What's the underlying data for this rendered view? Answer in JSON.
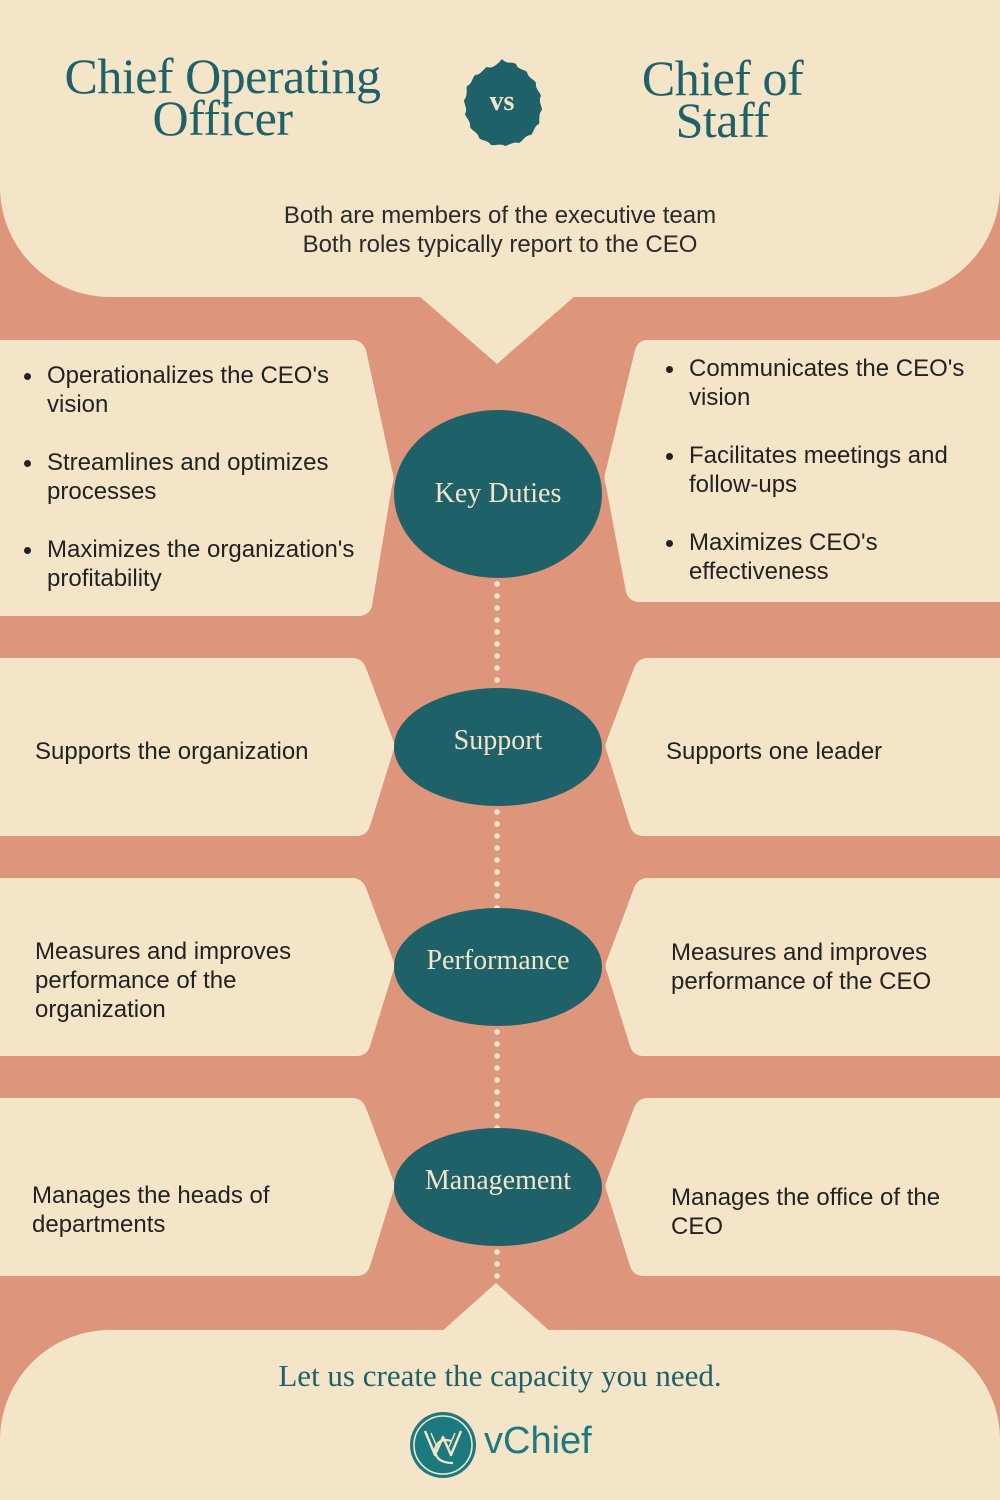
{
  "header": {
    "title_left": [
      "Chief Operating",
      "Officer"
    ],
    "vs_label": "vs",
    "title_right": [
      "Chief of",
      "Staff"
    ],
    "shared_points": [
      "Both are members of the executive team",
      "Both roles typically report to the CEO"
    ]
  },
  "rows": [
    {
      "category": "Key Duties",
      "coo": [
        "Operationalizes the CEO's vision",
        "Streamlines and optimizes processes",
        "Maximizes the organization's profitability"
      ],
      "cos": [
        "Communicates the CEO's vision",
        "Facilitates meetings and follow-ups",
        "Maximizes CEO's effectiveness"
      ]
    },
    {
      "category": "Support",
      "coo": "Supports the organization",
      "cos": "Supports one leader"
    },
    {
      "category": "Performance",
      "coo": "Measures and improves performance of the organization",
      "cos": "Measures and improves performance of the CEO"
    },
    {
      "category": "Management",
      "coo": "Manages the heads of departments",
      "cos": "Manages the office of the CEO"
    }
  ],
  "footer": {
    "tagline": "Let us create the capacity you need.",
    "brand": "vChief",
    "logo_icon": "vchief-monogram-icon"
  },
  "colors": {
    "background": "#dd957b",
    "cream": "#f4e5c9",
    "teal": "#1e6169",
    "brand_teal": "#1c7a7f",
    "text": "#222222"
  }
}
